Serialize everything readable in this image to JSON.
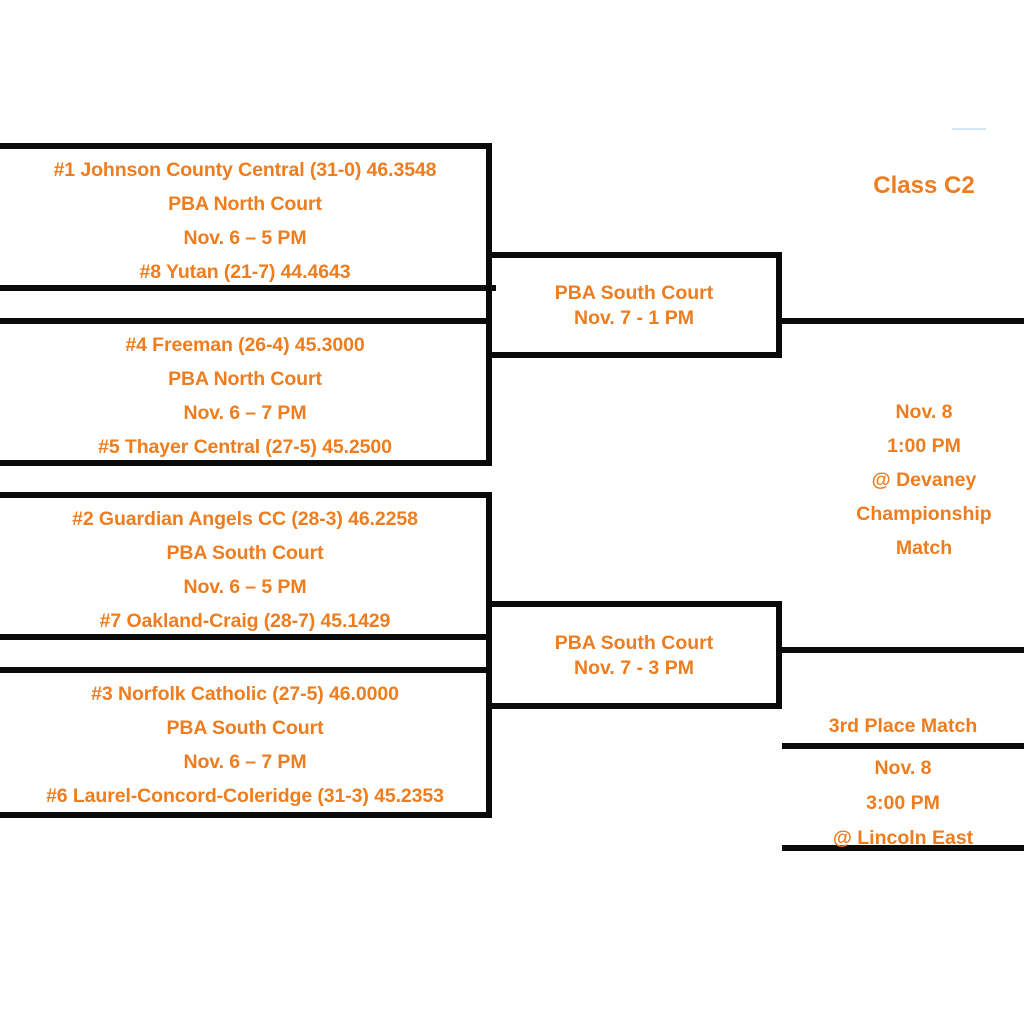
{
  "title": "Class C2",
  "round1": [
    {
      "top_seed": "#1 Johnson County Central (31-0) 46.3548",
      "venue": "PBA North Court",
      "datetime": "Nov. 6 – 5 PM",
      "bottom_seed": "#8 Yutan (21-7) 44.4643"
    },
    {
      "top_seed": "#4 Freeman (26-4) 45.3000",
      "venue": "PBA North Court",
      "datetime": "Nov. 6 – 7 PM",
      "bottom_seed": "#5 Thayer Central (27-5) 45.2500"
    },
    {
      "top_seed": "#2 Guardian Angels CC (28-3) 46.2258",
      "venue": "PBA South Court",
      "datetime": "Nov. 6 – 5 PM",
      "bottom_seed": "#7 Oakland-Craig (28-7) 45.1429"
    },
    {
      "top_seed": "#3 Norfolk Catholic (27-5) 46.0000",
      "venue": "PBA South Court",
      "datetime": "Nov. 6 – 7 PM",
      "bottom_seed": "#6 Laurel-Concord-Coleridge (31-3) 45.2353"
    }
  ],
  "semifinals": [
    {
      "venue": "PBA South Court",
      "datetime": "Nov. 7 - 1 PM"
    },
    {
      "venue": "PBA South Court",
      "datetime": "Nov. 7 - 3 PM"
    }
  ],
  "final": {
    "date": "Nov. 8",
    "time": "1:00 PM",
    "location": "@ Devaney",
    "label_line1": "Championship",
    "label_line2": "Match"
  },
  "third_place": {
    "title": "3rd Place Match",
    "date": "Nov. 8",
    "time": "3:00 PM",
    "location": "@ Lincoln East"
  },
  "colors": {
    "text": "#ED7D1F",
    "line": "#0a0a0a",
    "background": "#ffffff"
  }
}
